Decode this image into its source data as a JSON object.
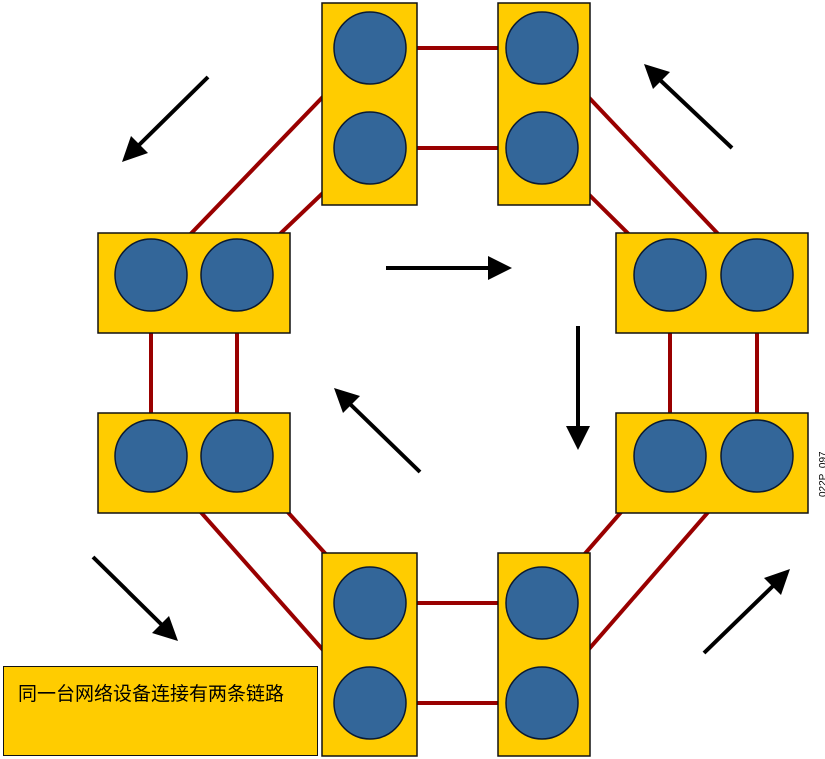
{
  "caption": "同一台网络设备连接有两条链路",
  "figure_id": "022P_097",
  "colors": {
    "device": "#FFCC00",
    "port": "#336699",
    "link": "#990000",
    "arrow": "#000000"
  },
  "devices": [
    {
      "id": "top-left",
      "orientation": "vertical"
    },
    {
      "id": "top-right",
      "orientation": "vertical"
    },
    {
      "id": "right-upper",
      "orientation": "horizontal"
    },
    {
      "id": "right-lower",
      "orientation": "horizontal"
    },
    {
      "id": "bottom-right",
      "orientation": "vertical"
    },
    {
      "id": "bottom-left",
      "orientation": "vertical"
    },
    {
      "id": "left-lower",
      "orientation": "horizontal"
    },
    {
      "id": "left-upper",
      "orientation": "horizontal"
    }
  ],
  "flow_direction": "counter-clockwise outside, clockwise inside"
}
